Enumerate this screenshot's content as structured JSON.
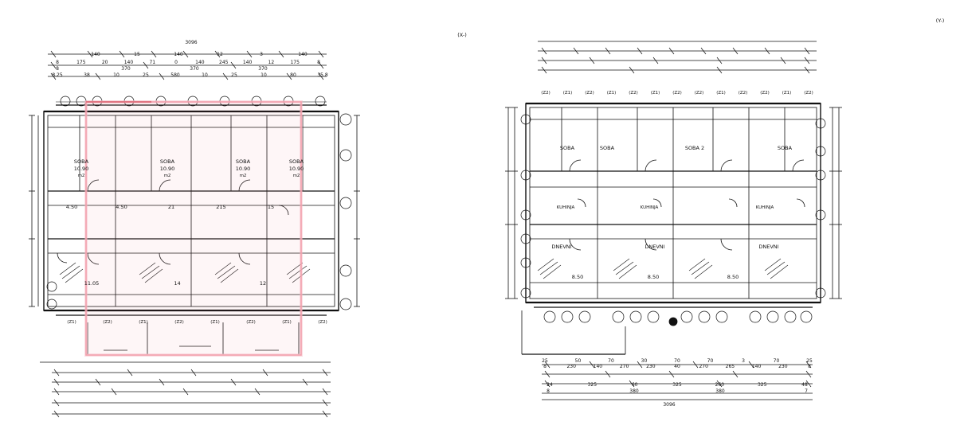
{
  "colors": {
    "line": "#111111",
    "highlight": "#f08a9a",
    "highlight_fill": "rgba(240,138,154,0.08)",
    "background": "#ffffff"
  },
  "left_plan": {
    "overall_dim": "3096",
    "top_dims_row1": [
      "140",
      "15",
      "140",
      "12",
      "3",
      "140"
    ],
    "top_dims_row2": [
      "8",
      "175",
      "20",
      "140",
      "71",
      "0",
      "140",
      "245",
      "140",
      "12",
      "175",
      "8"
    ],
    "top_dims_row3": [
      "8",
      "370",
      "370",
      "370"
    ],
    "top_dims_row4": [
      "8.25",
      "38",
      "10",
      "25",
      "580",
      "10",
      "25",
      "10",
      "80",
      "35.8"
    ],
    "rooms": [
      {
        "name": "SOBA",
        "area": "10.90",
        "unit": "m2"
      },
      {
        "name": "SOBA",
        "area": "10.90",
        "unit": "m2"
      },
      {
        "name": "SOBA",
        "area": "10.90",
        "unit": "m2"
      },
      {
        "name": "SOBA",
        "area": "10.90",
        "unit": "m2"
      }
    ],
    "mid_labels": [
      "4.50",
      "4.50",
      "21",
      "215",
      "15"
    ],
    "bottom_tags": [
      "(Z1)",
      "(Z2)",
      "(Z1)",
      "(Z2)",
      "(Z1)",
      "(Z2)",
      "(Z1)",
      "(Z2)"
    ],
    "area_labels": [
      "11.05",
      "14",
      "12"
    ]
  },
  "right_plan": {
    "overall_dim": "3096",
    "top_tags": [
      "(Z2)",
      "(Z1)",
      "(Z2)",
      "(Z1)",
      "(Z2)",
      "(Z1)",
      "(Z2)",
      "(Z2)",
      "(Z1)",
      "(Z2)",
      "(Z2)",
      "(Z1)",
      "(Z2)"
    ],
    "rooms": [
      {
        "name": "SOBA",
        "area": "",
        "unit": ""
      },
      {
        "name": "SOBA",
        "area": "",
        "unit": ""
      },
      {
        "name": "SOBA 2",
        "area": "",
        "unit": ""
      },
      {
        "name": "SOBA",
        "area": "",
        "unit": ""
      }
    ],
    "living": [
      "DNEVNI",
      "DNEVNI",
      "DNEVNI"
    ],
    "living_area": [
      "8.50",
      "8.50",
      "8.50"
    ],
    "kitchen": [
      "KUHINJA",
      "KUHINJA",
      "KUHINJA"
    ],
    "bottom_dims_row1": [
      "25",
      "50",
      "70",
      "30",
      "70",
      "70",
      "3",
      "70",
      "25"
    ],
    "bottom_dims_row2": [
      "8",
      "230",
      "140",
      "270",
      "230",
      "40",
      "270",
      "265",
      "140",
      "230",
      "8"
    ],
    "bottom_dims_row3": [
      "24",
      "325",
      "60",
      "325",
      "260",
      "325",
      "48"
    ],
    "bottom_dims_row4": [
      "8",
      "380",
      "380",
      "7"
    ]
  },
  "corner_marks": [
    "(X-)",
    "(Y-)"
  ]
}
